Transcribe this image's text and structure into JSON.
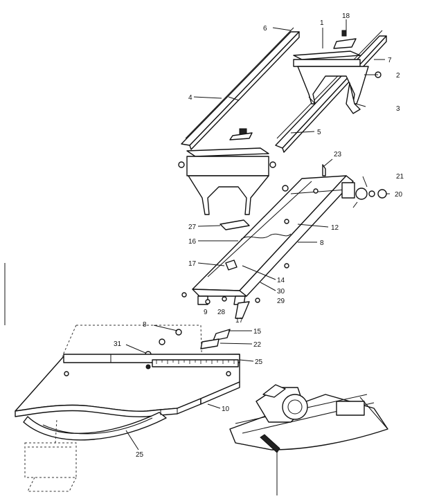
{
  "diagram": {
    "callouts": {
      "c1": "1",
      "c2": "2",
      "c3": "3",
      "c4": "4",
      "c5": "5",
      "c6": "6",
      "c7": "7",
      "c8a": "8",
      "c8b": "8",
      "c9": "9",
      "c10": "10",
      "c12": "12",
      "c14": "14",
      "c15": "15",
      "c16": "16",
      "c17a": "17",
      "c17b": "17",
      "c18": "18",
      "c20": "20",
      "c21": "21",
      "c22": "22",
      "c23": "23",
      "c25a": "25",
      "c25b": "25",
      "c27": "27",
      "c28": "28",
      "c29": "29",
      "c30": "30",
      "c31": "31"
    }
  }
}
